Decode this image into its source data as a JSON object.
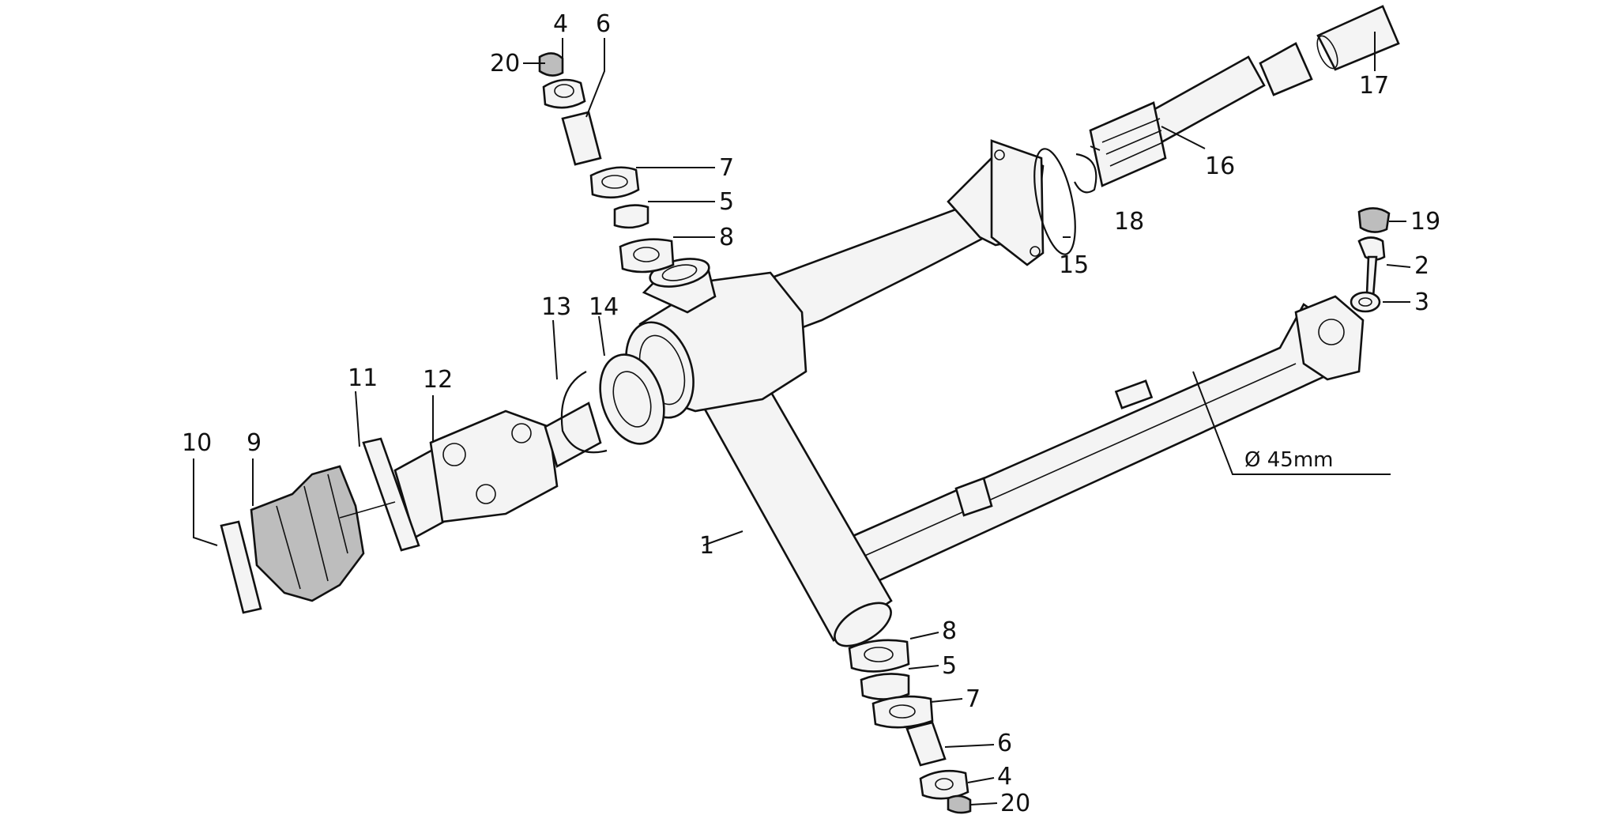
{
  "labels": {
    "l1": "1",
    "l2": "2",
    "l3": "3",
    "l4_top": "4",
    "l4_bot": "4",
    "l5_top": "5",
    "l5_bot": "5",
    "l6_top": "6",
    "l6_bot": "6",
    "l7_top": "7",
    "l7_bot": "7",
    "l8_top": "8",
    "l8_bot": "8",
    "l9": "9",
    "l10": "10",
    "l11": "11",
    "l12": "12",
    "l13": "13",
    "l14": "14",
    "l15": "15",
    "l16": "16",
    "l17": "17",
    "l18": "18",
    "l19": "19",
    "l20_top": "20",
    "l20_bot": "20"
  },
  "dimension": "Ø 45mm",
  "colors": {
    "ink": "#111111",
    "paper": "#ffffff",
    "shade": "#bdbdbd"
  }
}
